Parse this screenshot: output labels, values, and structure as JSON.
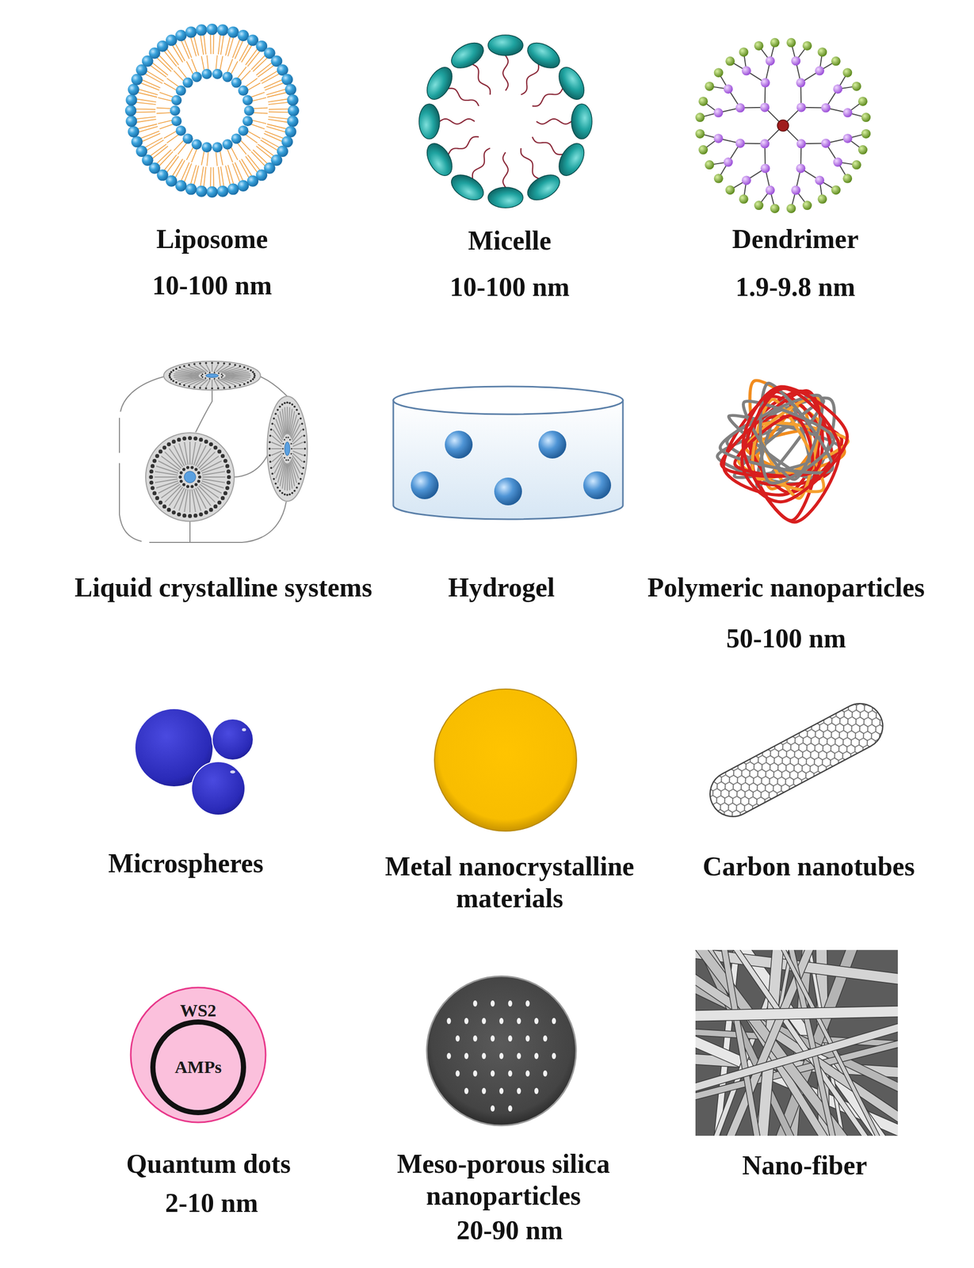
{
  "diagram": {
    "nodes": [
      {
        "text": [
          "WS2"
        ]
      },
      {
        "text": [
          "AMPs"
        ],
        "in": 0
      }
    ],
    "labels": [
      "Liposome",
      "10-100 nm",
      "Micelle",
      "10-100 nm",
      "Dendrimer",
      "1.9-9.8 nm",
      "Liquid crystalline systems",
      "Hydrogel",
      "Polymeric nanoparticles",
      "50-100 nm",
      "Microspheres",
      "Metal nanocrystalline materials",
      "Carbon nanotubes",
      "Quantum dots",
      "2-10 nm",
      "Meso-porous silica nanoparticles",
      "20-90 nm",
      "Nano-fiber"
    ]
  }
}
